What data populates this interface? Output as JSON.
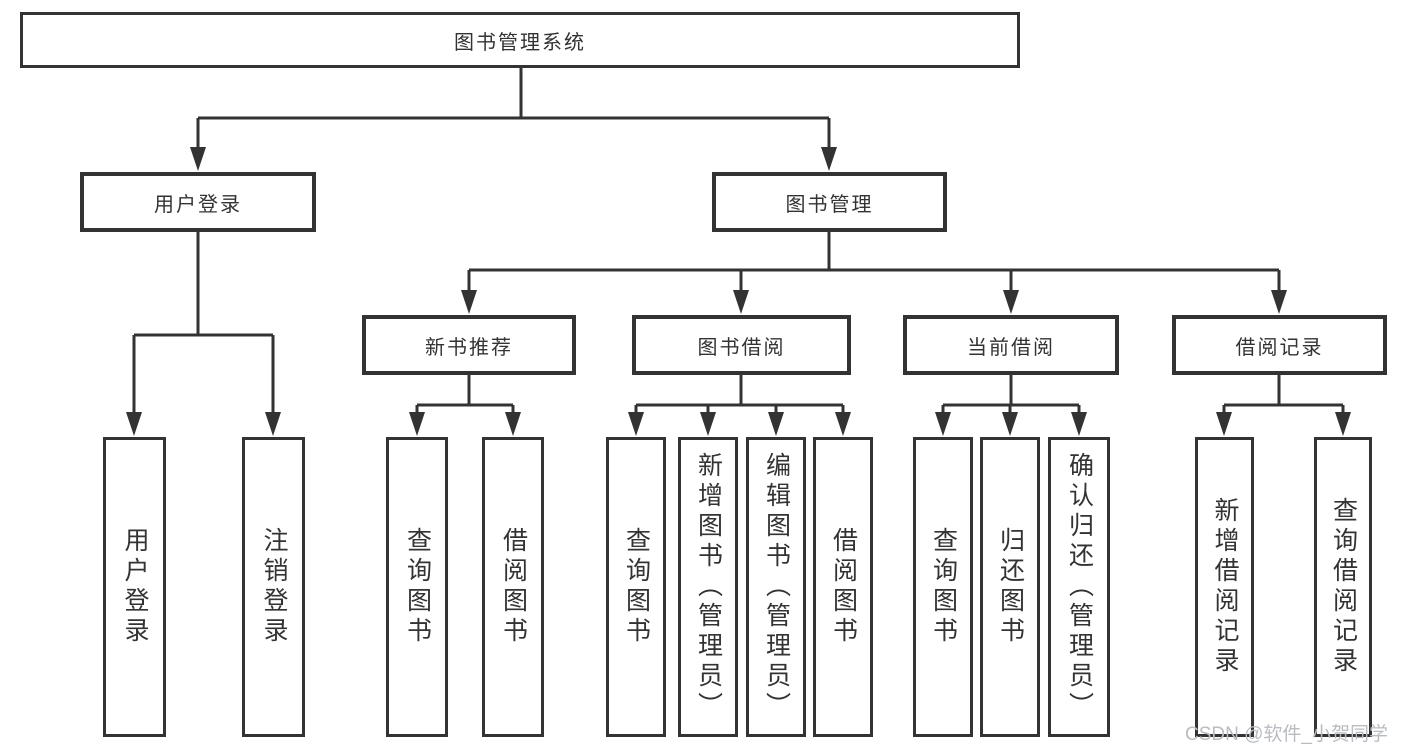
{
  "diagram_title": "图书管理系统",
  "tree": {
    "label": "图书管理系统",
    "children": [
      {
        "label": "用户登录",
        "children": [
          {
            "label": "用户登录"
          },
          {
            "label": "注销登录"
          }
        ]
      },
      {
        "label": "图书管理",
        "children": [
          {
            "label": "新书推荐",
            "children": [
              {
                "label": "查询图书"
              },
              {
                "label": "借阅图书"
              }
            ]
          },
          {
            "label": "图书借阅",
            "children": [
              {
                "label": "查询图书"
              },
              {
                "label": "新增图书（管理员）"
              },
              {
                "label": "编辑图书（管理员）"
              },
              {
                "label": "借阅图书"
              }
            ]
          },
          {
            "label": "当前借阅",
            "children": [
              {
                "label": "查询图书"
              },
              {
                "label": "归还图书"
              },
              {
                "label": "确认归还（管理员）"
              }
            ]
          },
          {
            "label": "借阅记录",
            "children": [
              {
                "label": "新增借阅记录"
              },
              {
                "label": "查询借阅记录"
              }
            ]
          }
        ]
      }
    ]
  },
  "watermark": {
    "text": "CSDN @软件_小贺同学"
  },
  "colors": {
    "line": "#333333",
    "box_border": "#333333",
    "text": "#333333",
    "background": "#ffffff",
    "watermark": "#b9bcc0"
  }
}
